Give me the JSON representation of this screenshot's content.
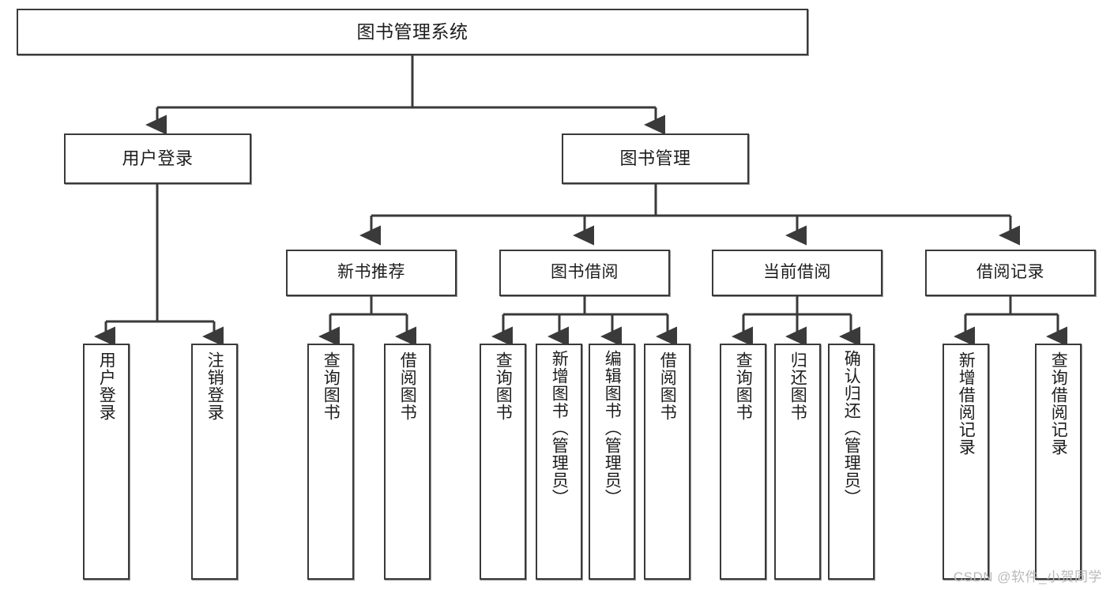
{
  "diagram": {
    "title": "图书管理系统",
    "watermark": "CSDN @软件_小贺同学",
    "colors": {
      "box_border": "#3a3a3a",
      "box_fill": "#ffffff",
      "connector": "#3a3a3a",
      "text": "#1d1d1d",
      "watermark": "#b9b9b9"
    },
    "root": {
      "label": "图书管理系统"
    },
    "level2": [
      {
        "label": "用户登录"
      },
      {
        "label": "图书管理"
      }
    ],
    "level3": [
      {
        "label": "新书推荐"
      },
      {
        "label": "图书借阅"
      },
      {
        "label": "当前借阅"
      },
      {
        "label": "借阅记录"
      }
    ],
    "leaves": {
      "user_login": [
        {
          "label": "用户登录"
        },
        {
          "label": "注销登录"
        }
      ],
      "new_book": [
        {
          "label": "查询图书"
        },
        {
          "label": "借阅图书"
        }
      ],
      "book_borrow": [
        {
          "label": "查询图书"
        },
        {
          "label": "新增图书（管理员）"
        },
        {
          "label": "编辑图书（管理员）"
        },
        {
          "label": "借阅图书"
        }
      ],
      "current_borrow": [
        {
          "label": "查询图书"
        },
        {
          "label": "归还图书"
        },
        {
          "label": "确认归还（管理员）"
        }
      ],
      "borrow_record": [
        {
          "label": "新增借阅记录"
        },
        {
          "label": "查询借阅记录"
        }
      ]
    }
  }
}
